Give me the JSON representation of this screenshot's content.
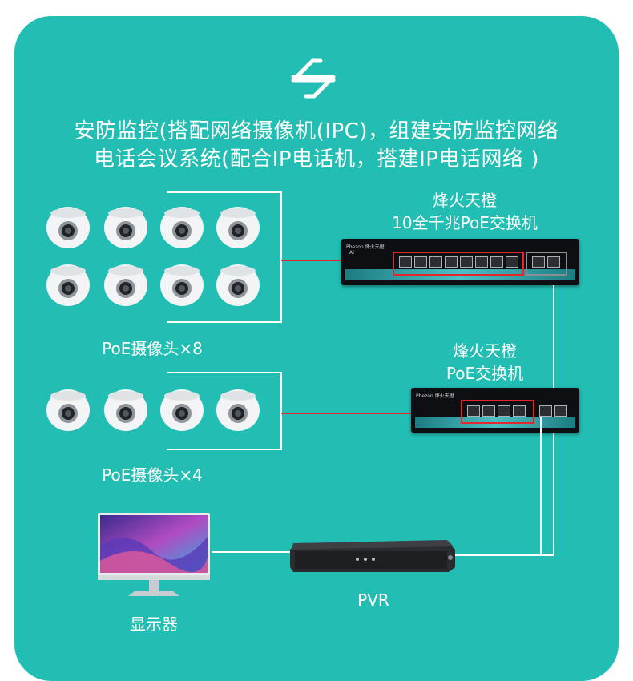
{
  "heading": {
    "line1": "安防监控(搭配网络摄像机(IPC)，组建安防监控网络",
    "line2": "电话会议系统(配合IP电话机，搭建IP电话网络 )"
  },
  "switch_main": {
    "brand_line1": "烽火天橙",
    "brand_line2": "10全千兆PoE交换机"
  },
  "switch_small": {
    "brand_line1": "烽火天橙",
    "brand_line2": "PoE交换机"
  },
  "cameras_top": {
    "label": "PoE摄像头×8",
    "count": 8
  },
  "cameras_bottom": {
    "label": "PoE摄像头×4",
    "count": 4
  },
  "pvr": {
    "label": "PVR"
  },
  "monitor": {
    "label": "显示器"
  },
  "icons": {
    "top": "swap-arrows-icon",
    "camera": "dome-camera-icon"
  },
  "colors": {
    "background": "#22bdb3",
    "connection_red": "#e8242f",
    "connection_white": "#ffffff"
  }
}
